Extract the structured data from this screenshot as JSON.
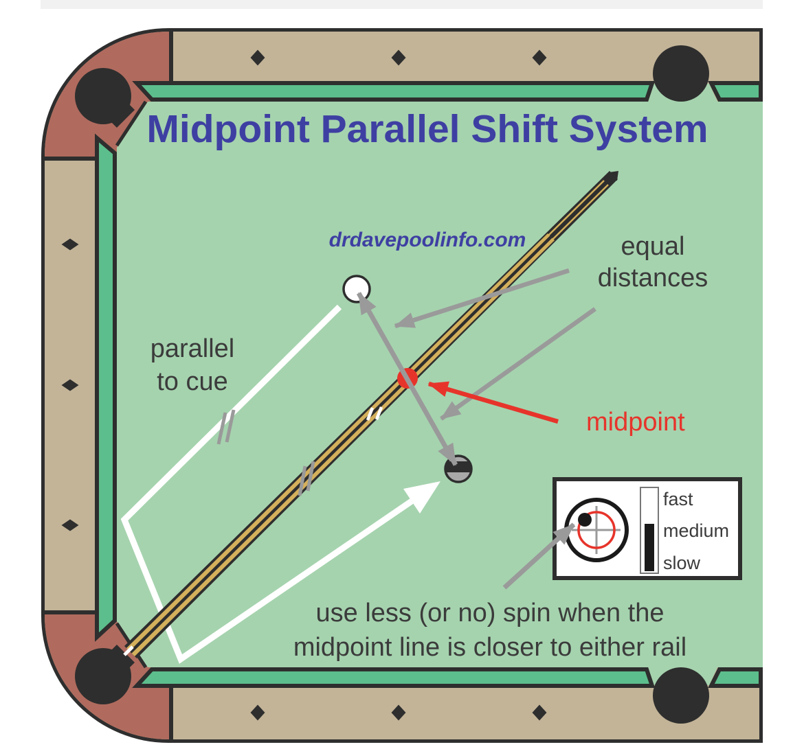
{
  "header_bar": {},
  "diagram": {
    "title": "Midpoint Parallel Shift System",
    "subtitle": "drdavepoolinfo.com",
    "annotations": {
      "equal_distances": "equal\ndistances",
      "parallel_to_cue": "parallel\nto cue",
      "midpoint": "midpoint",
      "spin_note": "use less (or no) spin when the\nmidpoint line is closer to either rail"
    },
    "legend": {
      "speed_labels": [
        "fast",
        "medium",
        "slow"
      ]
    },
    "colors": {
      "topbar": "#f1f1f1",
      "felt": "#a5d3ae",
      "cushion": "#5cbe8c",
      "rail": "#c3b498",
      "corner": "#b06b5e",
      "outline": "#2e2e2e",
      "title_blue": "#3e3fa2",
      "label_gray": "#3b3b3b",
      "arrow_gray": "#9a9a9a",
      "accent_red": "#e7342b",
      "cue_gold": "#d4b05c"
    }
  }
}
